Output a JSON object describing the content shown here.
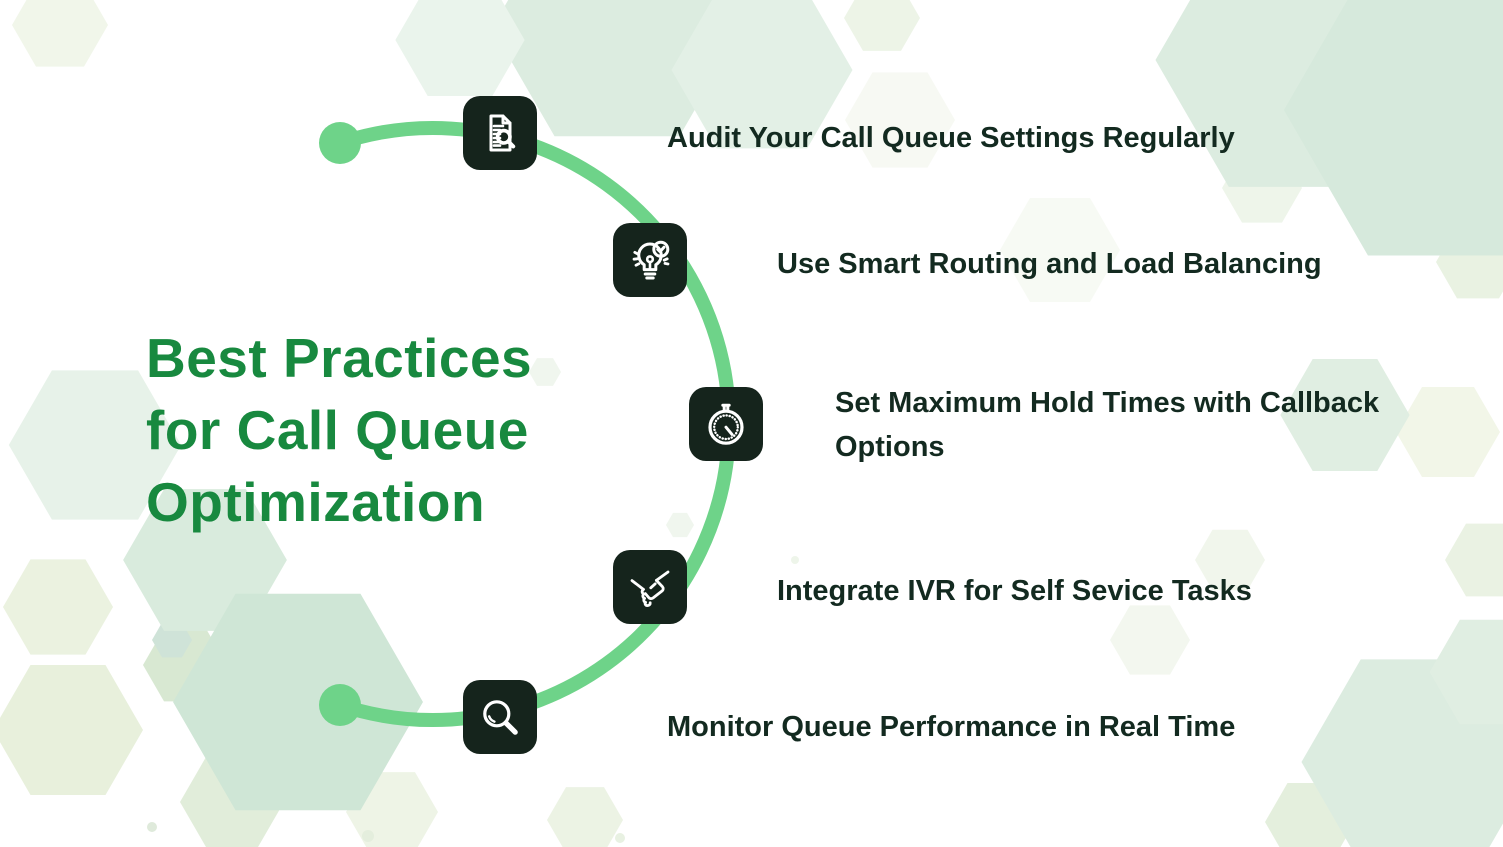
{
  "title": {
    "lines": [
      "Best Practices",
      "for Call Queue",
      "Optimization"
    ]
  },
  "items": [
    {
      "label": "Audit Your Call Queue Settings Regularly",
      "icon": "document-audit-icon"
    },
    {
      "label": "Use Smart Routing and Load Balancing",
      "icon": "lightbulb-check-icon"
    },
    {
      "label": "Set Maximum Hold Times with Callback Options",
      "icon": "stopwatch-icon"
    },
    {
      "label": "Integrate IVR for Self Sevice Tasks",
      "icon": "handshake-icon"
    },
    {
      "label": "Monitor Queue Performance in Real Time",
      "icon": "magnifier-icon"
    }
  ],
  "theme": {
    "title_green": "#18893f",
    "arc_green": "#6ed389",
    "tile_dark": "#15241c",
    "text_dark": "#132a20",
    "bg": "#ffffff"
  }
}
